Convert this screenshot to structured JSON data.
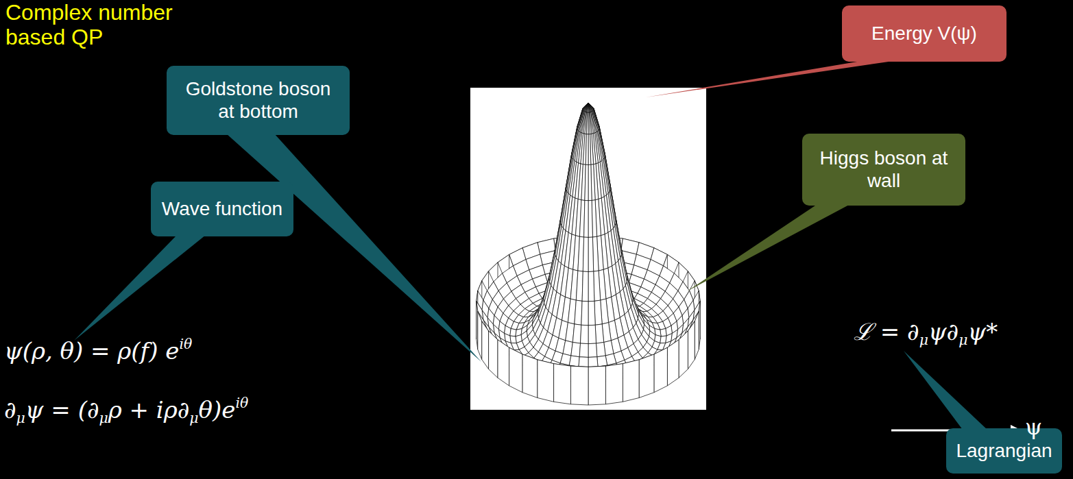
{
  "diagram": {
    "nodes": [
      {
        "text": [
          "Energy V(ψ)"
        ]
      },
      {
        "text": [
          "Goldstone boson at bottom"
        ]
      },
      {
        "text": [
          "Higgs boson at wall"
        ]
      },
      {
        "text": [
          "Wave function"
        ]
      },
      {
        "text": [
          "Lagrangian"
        ]
      }
    ],
    "labels": [
      "Complex number based QP",
      "ψ(ρ, θ) = ρ(f) e",
      "iθ",
      "∂",
      "μ",
      "ψ = (∂",
      "μ",
      "ρ + iρ∂",
      "μ",
      "θ)e",
      "iθ",
      "ℒ = ∂",
      "μ",
      "ψ∂",
      "μ",
      "ψ*",
      "ψ"
    ]
  }
}
